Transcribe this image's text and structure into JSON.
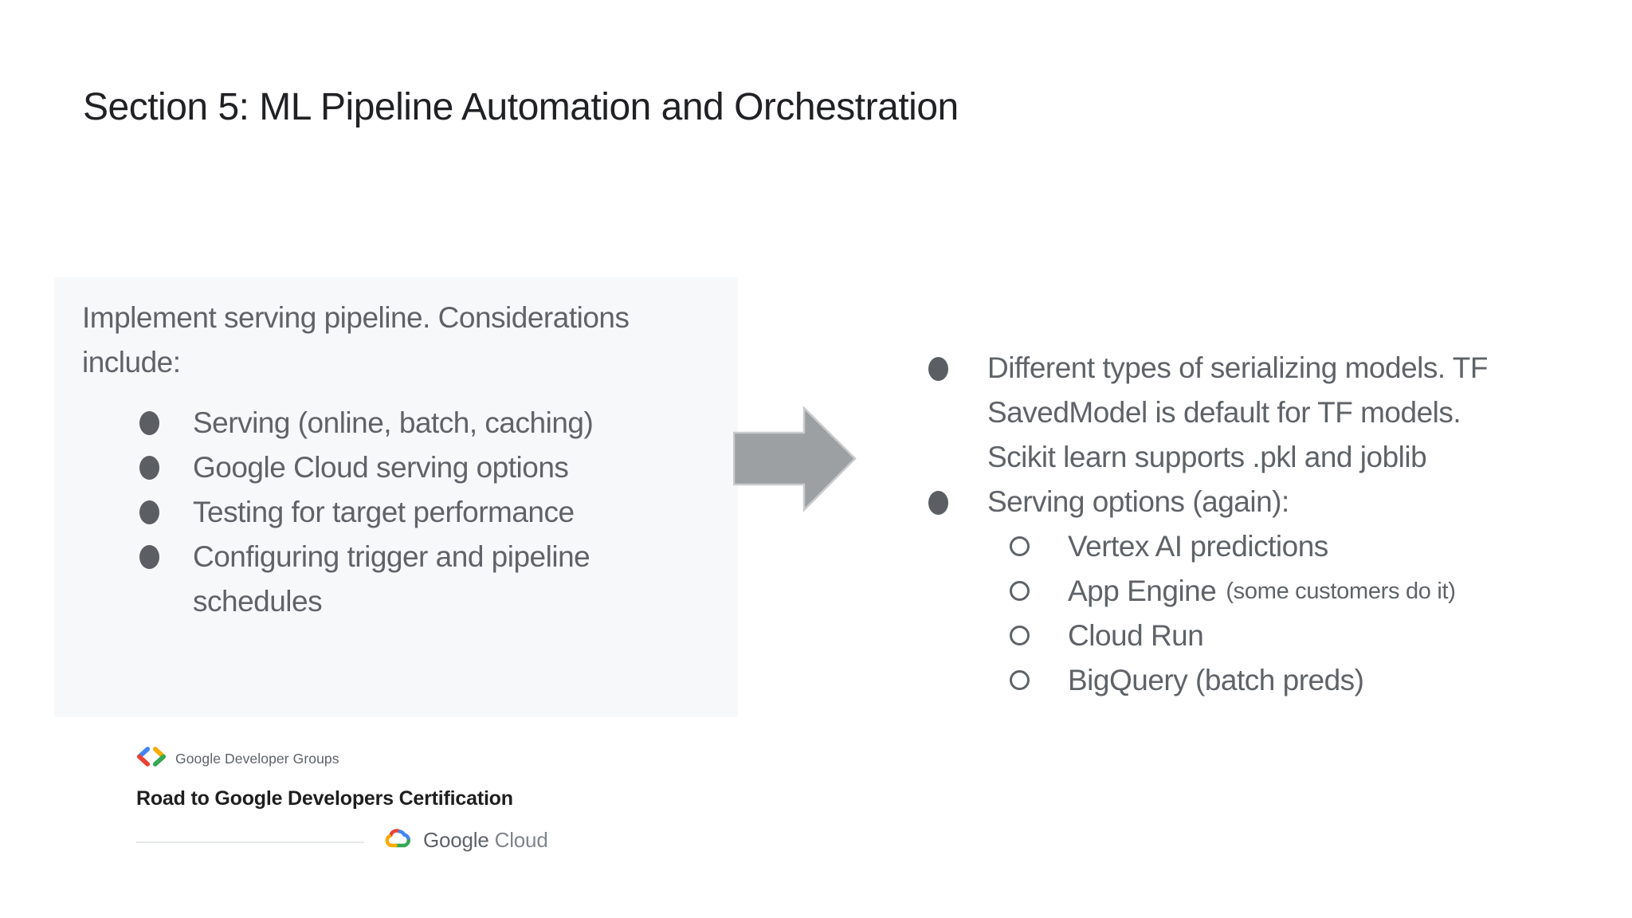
{
  "title": "Section 5: ML Pipeline Automation and Orchestration",
  "left_panel": {
    "intro": "Implement serving pipeline. Considerations\ninclude:",
    "bullets": [
      "Serving (online, batch, caching)",
      "Google Cloud serving options",
      "Testing for target performance",
      "Configuring trigger and pipeline\nschedules"
    ]
  },
  "right_column": {
    "bullets": [
      "Different types of serializing models. TF\nSavedModel is default for TF models.\nScikit learn supports .pkl and joblib",
      "Serving options (again):"
    ],
    "sub_bullets": [
      {
        "text": "Vertex AI predictions",
        "note": ""
      },
      {
        "text": "App Engine",
        "note": "(some customers do it)"
      },
      {
        "text": "Cloud Run",
        "note": ""
      },
      {
        "text": "BigQuery (batch preds)",
        "note": ""
      }
    ]
  },
  "branding": {
    "gdg_label": "Google Developer Groups",
    "program_title": "Road to Google Developers Certification",
    "cloud_word_google": "Google",
    "cloud_word_cloud": "Cloud"
  },
  "icons": {
    "arrow": "right-block-arrow-icon",
    "gdg": "code-brackets-icon",
    "cloud": "google-cloud-icon",
    "filled_bullet": "bullet-dot-icon",
    "hollow_bullet": "bullet-circle-icon"
  },
  "colors": {
    "title_text": "#202124",
    "body_text": "#5f6368",
    "panel_background": "#f7f8fa",
    "arrow_fill": "#9da0a3",
    "arrow_stroke": "#c9cbcd",
    "divider": "#e4e6e8",
    "google_blue": "#4285F4",
    "google_red": "#EA4335",
    "google_yellow": "#F9AB00",
    "google_green": "#34A853",
    "program_title_text": "#1f1f1f"
  }
}
